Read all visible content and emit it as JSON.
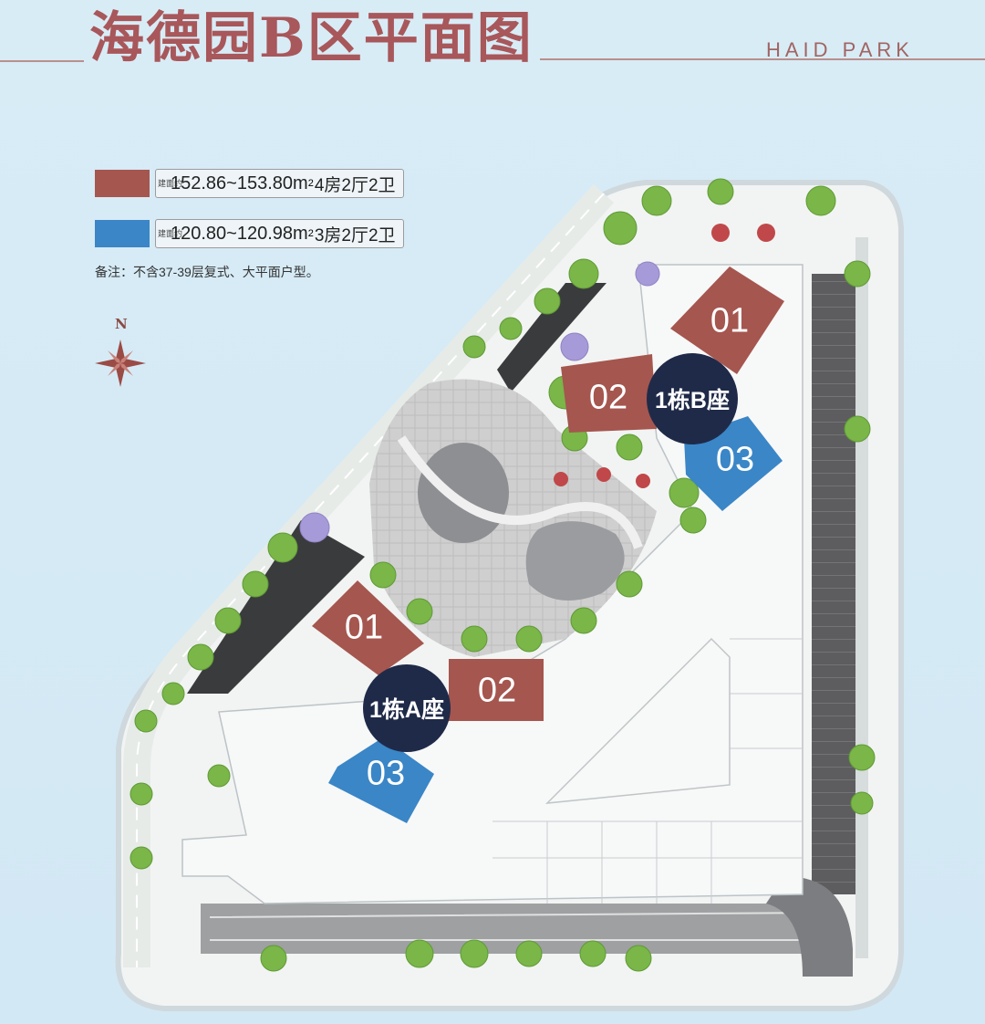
{
  "header": {
    "title": "海德园B区平面图",
    "brand": "HAID PARK"
  },
  "legend": [
    {
      "prefix": "建面约",
      "area": "152.86~153.80m",
      "sup": "2",
      "layout": "4房2厅2卫",
      "color": "#a5564f"
    },
    {
      "prefix": "建面约",
      "area": "120.80~120.98m",
      "sup": "2",
      "layout": "3房2厅2卫",
      "color": "#3a86c7"
    }
  ],
  "note": "备注：不含37-39层复式、大平面户型。",
  "compass": {
    "label": "N"
  },
  "colors": {
    "title": "#a8575a",
    "tower": "#1f2a49",
    "large_unit": "#a5564f",
    "small_unit": "#3a86c7"
  },
  "towers": [
    {
      "name": "1栋B座",
      "units": [
        "01",
        "02",
        "03"
      ]
    },
    {
      "name": "1栋A座",
      "units": [
        "01",
        "02",
        "03"
      ]
    }
  ]
}
